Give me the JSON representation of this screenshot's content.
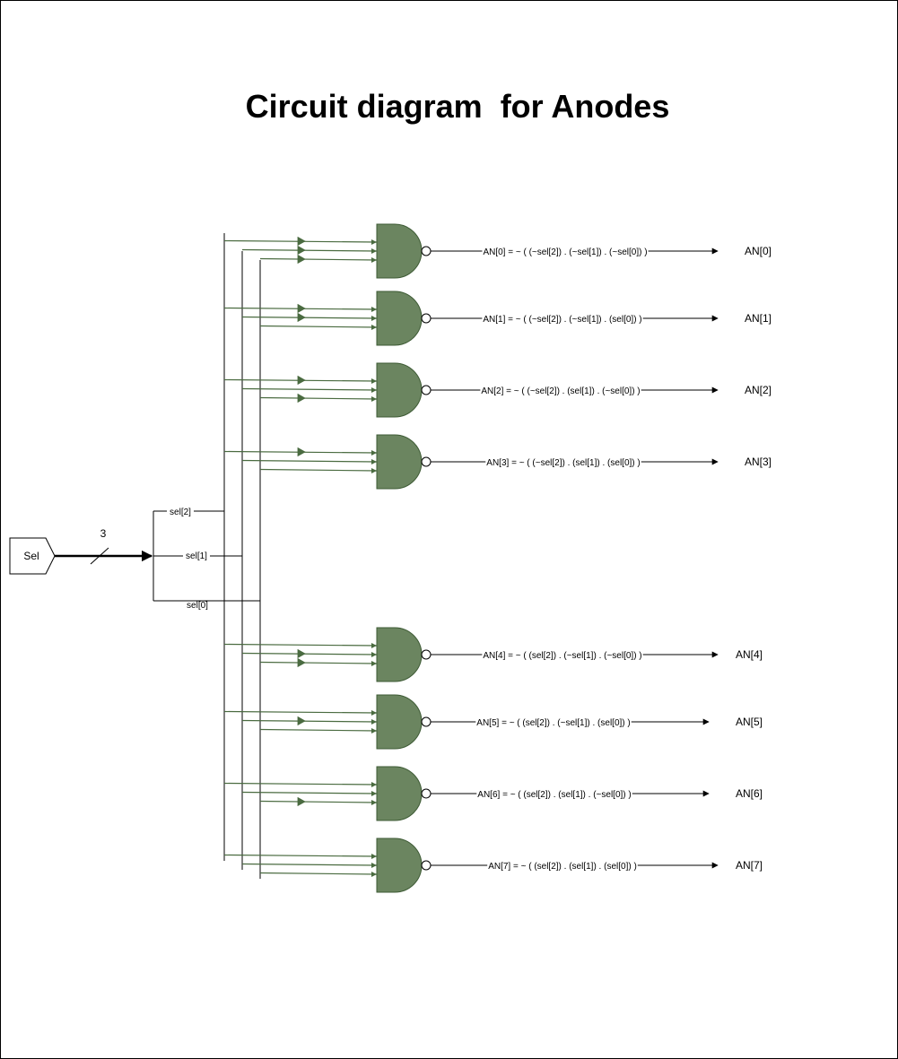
{
  "title": "Circuit diagram  for Anodes",
  "colors": {
    "gate_fill": "#6b8560",
    "gate_stroke": "#3d5a34",
    "wire_green": "#4a6b40",
    "wire_black": "#000000"
  },
  "input": {
    "label": "Sel",
    "bus_width": "3",
    "bits": [
      "sel[2]",
      "sel[1]",
      "sel[0]"
    ]
  },
  "gates": [
    {
      "id": "an0",
      "expression": "AN[0] = ~ ( (~sel[2]) . (~sel[1]) . (~sel[0]) )",
      "output": "AN[0]",
      "inverted_inputs": [
        true,
        true,
        true
      ]
    },
    {
      "id": "an1",
      "expression": "AN[1] = ~ ( (~sel[2]) . (~sel[1]) . (sel[0]) )",
      "output": "AN[1]",
      "inverted_inputs": [
        true,
        true,
        false
      ]
    },
    {
      "id": "an2",
      "expression": "AN[2] = ~ ( (~sel[2]) . (sel[1]) . (~sel[0]) )",
      "output": "AN[2]",
      "inverted_inputs": [
        true,
        false,
        true
      ]
    },
    {
      "id": "an3",
      "expression": "AN[3] = ~ ( (~sel[2]) . (sel[1]) . (sel[0]) )",
      "output": "AN[3]",
      "inverted_inputs": [
        true,
        false,
        false
      ]
    },
    {
      "id": "an4",
      "expression": "AN[4] = ~ ( (sel[2]) . (~sel[1]) . (~sel[0]) )",
      "output": "AN[4]",
      "inverted_inputs": [
        false,
        true,
        true
      ]
    },
    {
      "id": "an5",
      "expression": "AN[5] = ~ ( (sel[2]) . (~sel[1]) . (sel[0]) )",
      "output": "AN[5]",
      "inverted_inputs": [
        false,
        true,
        false
      ]
    },
    {
      "id": "an6",
      "expression": "AN[6] = ~ ( (sel[2]) . (sel[1]) . (~sel[0]) )",
      "output": "AN[6]",
      "inverted_inputs": [
        false,
        false,
        true
      ]
    },
    {
      "id": "an7",
      "expression": "AN[7] = ~ ( (sel[2]) . (sel[1]) . (sel[0]) )",
      "output": "AN[7]",
      "inverted_inputs": [
        false,
        false,
        false
      ]
    }
  ]
}
